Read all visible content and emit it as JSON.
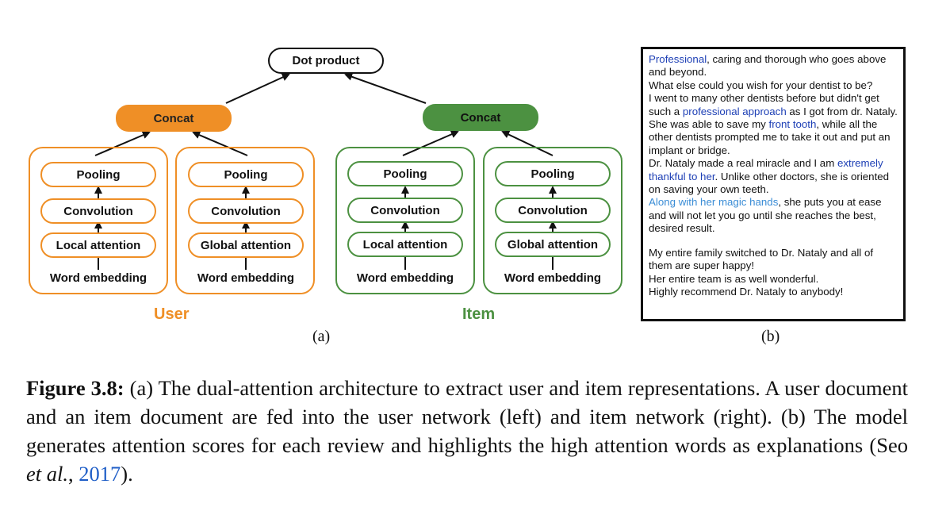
{
  "diagram": {
    "dot_product": "Dot product",
    "concat": "Concat",
    "user_network": {
      "label": "User",
      "left_column": [
        "Pooling",
        "Convolution",
        "Local attention",
        "Word embedding"
      ],
      "right_column": [
        "Pooling",
        "Convolution",
        "Global attention",
        "Word embedding"
      ]
    },
    "item_network": {
      "label": "Item",
      "left_column": [
        "Pooling",
        "Convolution",
        "Local attention",
        "Word embedding"
      ],
      "right_column": [
        "Pooling",
        "Convolution",
        "Global attention",
        "Word embedding"
      ]
    },
    "sub_label_a": "(a)",
    "sub_label_b": "(b)",
    "colors": {
      "user": "#ef8f26",
      "item": "#4c9141",
      "highlight": "#1d3fb5",
      "highlight_light": "#3b8dd6"
    }
  },
  "review": {
    "p1_hl": "Professional",
    "p1_rest": ", caring and thorough who goes above and beyond.",
    "p2": "What else could you wish for your dentist to be?",
    "p3_a": "I went to many other dentists before but didn't get such a ",
    "p3_hl": "professional approach",
    "p3_b": " as I got from dr. Nataly.",
    "p4_a": "She was able to save my ",
    "p4_hl": "front tooth",
    "p4_b": ", while all the other dentists prompted me to take it out and put an implant or bridge.",
    "p5_a": "Dr. Nataly made a real miracle and I am ",
    "p5_hl": "extremely thankful to her",
    "p5_b": ". Unlike other doctors, she is oriented on saving your own teeth.",
    "p6_hl": "Along with her magic hands",
    "p6_b": ", she puts you at ease and will not let you go until she reaches the best, desired result.",
    "p7": "My entire family switched to Dr. Nataly and all of them are super happy!",
    "p8": "Her entire team is as well wonderful.",
    "p9": "Highly recommend Dr. Nataly to anybody!"
  },
  "caption": {
    "figure_label": "Figure 3.8:",
    "text_before_italic": " (a) The dual-attention architecture to extract user and item representations. A user document and an item document are fed into the user network (left) and item network (right). (b) The model generates attention scores for each review and highlights the high attention words as explanations (Seo ",
    "italic": "et al.",
    "comma": ", ",
    "citation_year": "2017",
    "closing": ")."
  }
}
